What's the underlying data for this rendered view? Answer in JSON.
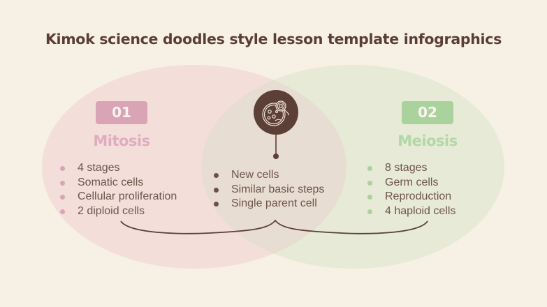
{
  "title": "Kimok science doodles style lesson template infographics",
  "colors": {
    "background": "#f7f0e4",
    "title": "#5a3e36",
    "mitosis_accent": "#d9a5b6",
    "meiosis_accent": "#a9d29d",
    "mitosis_fill": "#f3ded9",
    "meiosis_fill": "#e6ead6",
    "overlap_fill": "#e8ddd2",
    "icon_bg": "#5c3f36",
    "text": "#6f554c"
  },
  "left": {
    "number": "01",
    "heading": "Mitosis",
    "items": [
      "4 stages",
      "Somatic cells",
      "Cellular proliferation",
      "2 diploid cells"
    ]
  },
  "center": {
    "icon": "petri-dish-magnifier-icon",
    "items": [
      "New cells",
      "Similar basic steps",
      "Single parent cell"
    ]
  },
  "right": {
    "number": "02",
    "heading": "Meiosis",
    "items": [
      "8 stages",
      "Germ cells",
      "Reproduction",
      "4 haploid cells"
    ]
  }
}
